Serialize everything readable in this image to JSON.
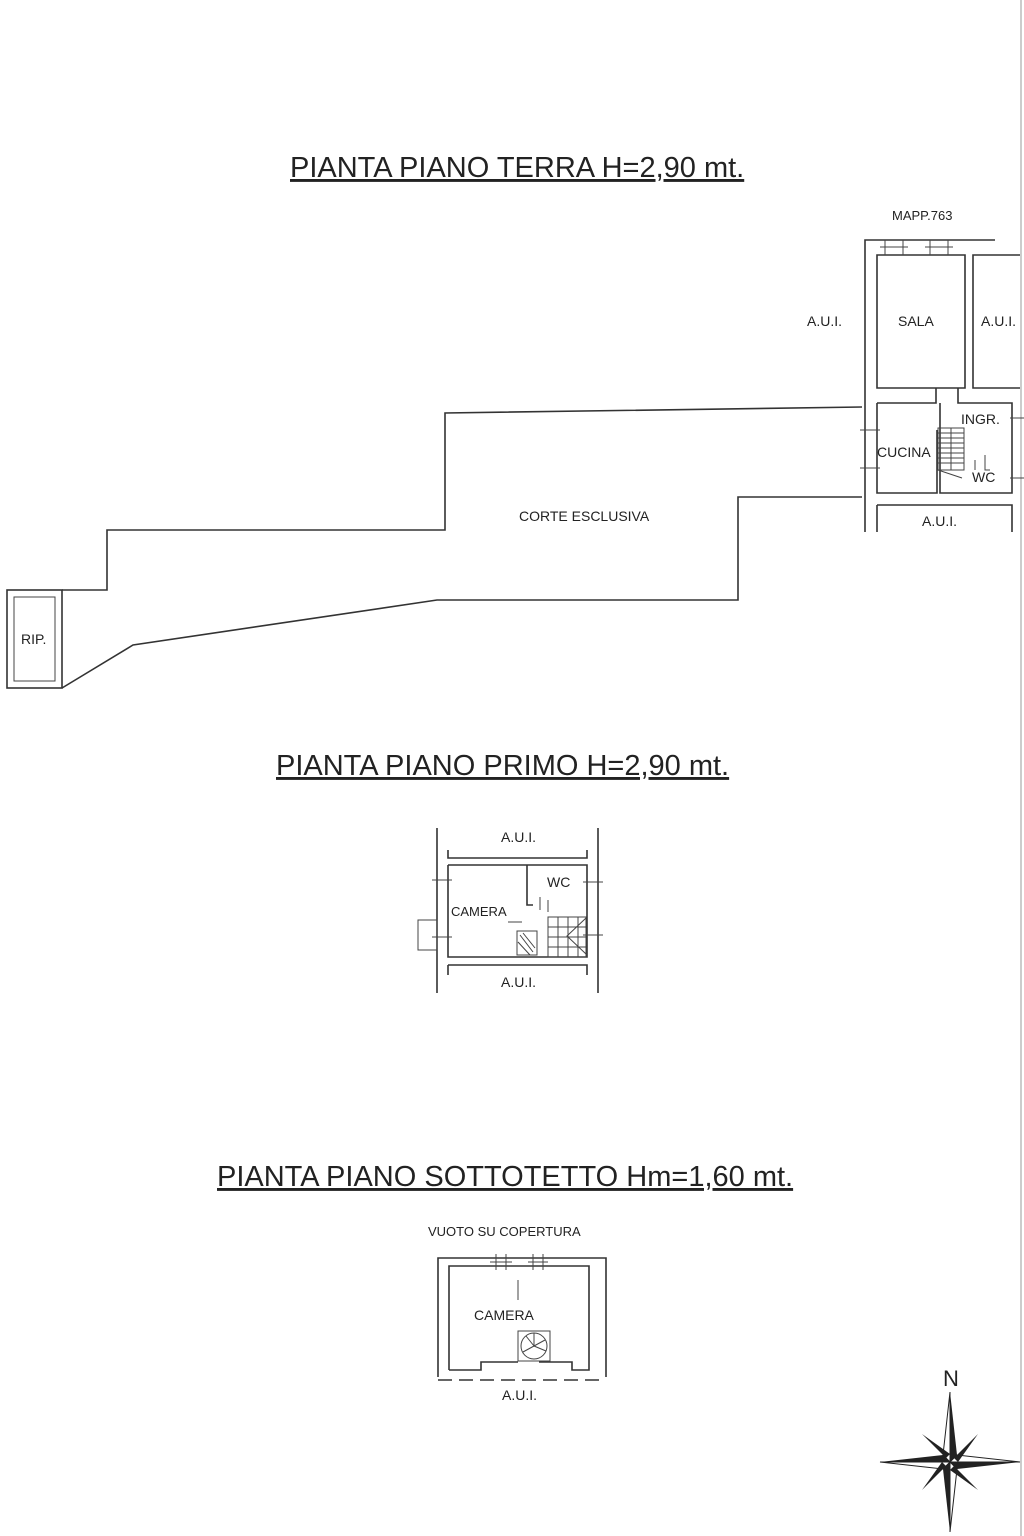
{
  "ground_floor": {
    "title": "PIANTA PIANO TERRA H=2,90 mt.",
    "labels": {
      "mapp": "MAPP.763",
      "aui_left": "A.U.I.",
      "sala": "SALA",
      "aui_right": "A.U.I.",
      "ingr": "INGR.",
      "cucina": "CUCINA",
      "wc": "WC",
      "aui_bottom": "A.U.I.",
      "corte": "CORTE ESCLUSIVA",
      "rip": "RIP."
    }
  },
  "first_floor": {
    "title": "PIANTA PIANO PRIMO H=2,90 mt.",
    "labels": {
      "aui_top": "A.U.I.",
      "wc": "WC",
      "camera": "CAMERA",
      "aui_bottom": "A.U.I."
    }
  },
  "attic_floor": {
    "title": "PIANTA PIANO SOTTOTETTO Hm=1,60 mt.",
    "labels": {
      "vuoto": "VUOTO SU COPERTURA",
      "camera": "CAMERA",
      "aui_bottom": "A.U.I."
    }
  },
  "compass": {
    "north": "N"
  }
}
